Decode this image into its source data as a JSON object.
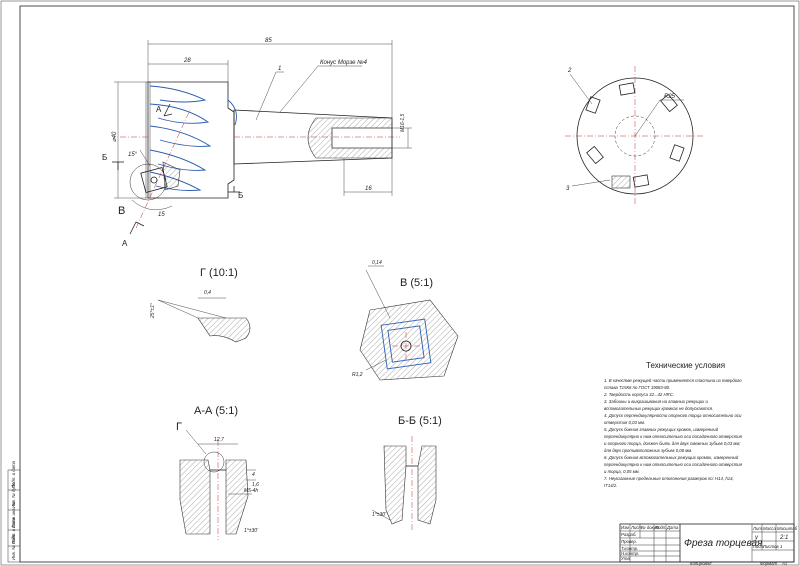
{
  "main_view": {
    "dim_85": "85",
    "dim_28": "28",
    "dim_d40": "⌀40",
    "dim_m16": "M16-1,5",
    "dim_16": "16",
    "dim_15deg": "15°",
    "dim_15": "15",
    "leader_1": "1",
    "cone_note": "Конус Морзе №4",
    "cut_a": "А",
    "cut_b": "Б",
    "view_v": "В"
  },
  "end_view": {
    "leader_2": "2",
    "leader_3": "3",
    "dim_r25": "R25"
  },
  "view_g": {
    "title": "Г (10:1)",
    "dim_04": "0,4",
    "dim_25deg": "25°±1°"
  },
  "view_v_detail": {
    "title": "В (5:1)",
    "dim_014": "0,14",
    "dim_r12": "R1,2"
  },
  "section_aa": {
    "title": "А-А (5:1)",
    "label_g": "Г",
    "dim_127": "12,7",
    "dim_4": "4",
    "dim_16": "1,6",
    "dim_m5": "М5-4h",
    "dim_chamfer": "1°±30'"
  },
  "section_bb": {
    "title": "Б-Б (5:1)",
    "dim_chamfer": "1°±30'"
  },
  "tech": {
    "title": "Технические условия",
    "lines": [
      "1. В качестве режущей части применяется пластина из твердого",
      "сплава Т15К6 по ГОСТ 19083-80.",
      "2. Твердость корпуса 32...42 HRC.",
      "3. Забоины и выкрашивания на главных режущих и",
      "вспомогательных режущих кромках не допускаются.",
      "4. Допуск перпендикулярности опорного торца относительно оси",
      "отверстия 0,03 мм.",
      "5. Допуск биения главных режущих кромок, измеренный",
      "перпендикулярно к ним относительно оси посадочного отверстия",
      "и опорного торца, должен быть для двух смежных зубьев 0,03 мм;",
      "для двух противоположных зубьев 0,06 мм.",
      "6. Допуск биения вспомогательных режущих кромок, измеренный",
      "перпендикулярно к ним относительно оси посадочного отверстия",
      "и торца, 0,05 мм.",
      "7. Неуказанные предельные отклонения размеров по: Н14, h14,",
      "IT14/2."
    ]
  },
  "title_block": {
    "name": "Фреза торцевая",
    "lit": "Лит.",
    "mass": "Масса",
    "scale": "Масштаб",
    "scale_value": "2:1",
    "lit_value": "у",
    "sheet": "Лист",
    "sheets": "Листов",
    "sheets_value": "1",
    "format": "Формат",
    "format_value": "А1",
    "copied": "Копировал",
    "rows": [
      "Изм",
      "Лист",
      "№ докум.",
      "Подп.",
      "Дата"
    ],
    "roles": [
      "Разраб.",
      "Провер.",
      "Т.контр.",
      "Н.контр.",
      "Утв."
    ]
  },
  "side_stamp": [
    "Инв. № подл.",
    "Подп. и дата",
    "Взам. инв. №",
    "Инв. № дубл.",
    "Подп. и дата"
  ]
}
